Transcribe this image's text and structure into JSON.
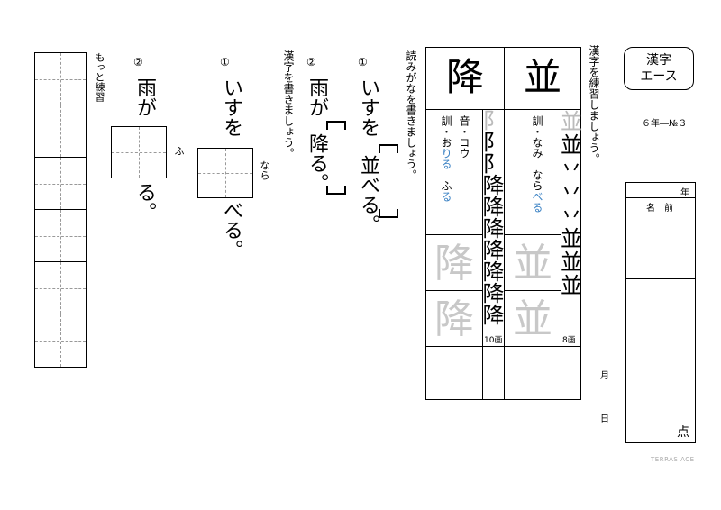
{
  "header": {
    "badge_line1": "漢字",
    "badge_line2": "エース",
    "sheet_number": "６年―№３",
    "instruction_practice": "漢字を練習しましょう。",
    "instruction_write": "漢字を書きましょう。",
    "instruction_read": "読みがなを書きましょう。",
    "more_practice": "もっと練習"
  },
  "score_panel": {
    "year": "年",
    "name": "名　前",
    "month": "月",
    "day": "日",
    "points": "点"
  },
  "kanji": [
    {
      "char": "並",
      "reading": "訓・なみ　ならべる",
      "ghost": "並",
      "stroke_count": "8画",
      "strokes": [
        "並",
        "並",
        "丷",
        "丷",
        "丷",
        "並",
        "並",
        "並"
      ],
      "kun_label": "訓・なみ",
      "kun_extra": "なら",
      "kun_extra_blue": "べる"
    },
    {
      "char": "降",
      "reading_on": "音・コウ",
      "reading_kun": "訓・おりる　ふる",
      "ghost": "降",
      "stroke_count": "10画",
      "strokes": [
        "阝",
        "阝",
        "阝",
        "降",
        "降",
        "降",
        "降",
        "降",
        "降",
        "降"
      ],
      "on_label": "音・コウ",
      "kun_label": "訓・お",
      "kun_blue1": "りる",
      "kun_plain2": "ふ",
      "kun_blue2": "る"
    }
  ],
  "read_section": {
    "q1_num": "①",
    "q1_text1": "いすを",
    "q1_text2": "並べる。",
    "q2_num": "②",
    "q2_text1": "雨が",
    "q2_text2": "降る。"
  },
  "write_section": {
    "q1_num": "①",
    "q1_text1": "いすを",
    "q1_furigana": "なら",
    "q1_text2": "べる。",
    "q2_num": "②",
    "q2_text1": "雨が",
    "q2_furigana": "ふ",
    "q2_text2": "る。"
  },
  "footer": {
    "brand": "TERRAS ACE"
  }
}
